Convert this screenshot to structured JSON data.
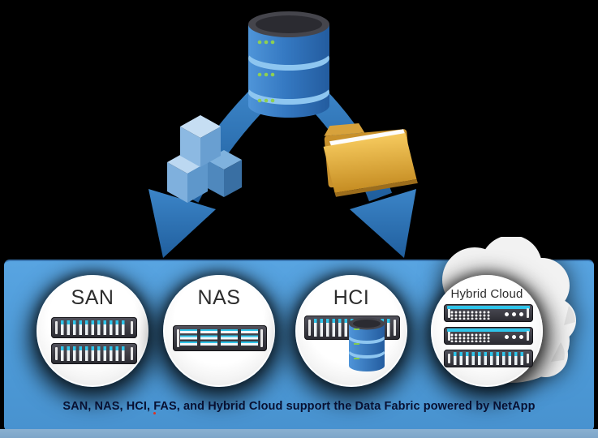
{
  "band": {
    "categories": [
      {
        "label": "SAN",
        "icon": "san-rack-icon"
      },
      {
        "label": "NAS",
        "icon": "nas-shelf-icon"
      },
      {
        "label": "HCI",
        "icon": "hci-server-database-icon"
      },
      {
        "label": "Hybrid Cloud",
        "icon": "hybrid-cloud-servers-icon"
      }
    ],
    "band_color": "#4d9ad7",
    "footer_strip_color": "#8ab0d1"
  },
  "top_icons": [
    {
      "icon": "database-stack-icon"
    },
    {
      "icon": "data-cubes-icon"
    },
    {
      "icon": "file-folder-icon"
    },
    {
      "icon": "arrow-down-left-icon"
    },
    {
      "icon": "arrow-down-right-icon"
    },
    {
      "icon": "cloud-icon"
    }
  ],
  "caption": {
    "text": "SAN, NAS, HCI, FAS, and Hybrid Cloud support the Data Fabric powered by NetApp",
    "color": "#081031"
  },
  "colors": {
    "background": "#000000",
    "arrow_blue": "#2e74b8",
    "database_blue": "#2f74ba",
    "database_top": "#45454c",
    "green_led": "#8fd052",
    "folder_orange": "#e0a83e",
    "cube_blue": "#8cb9e2",
    "accent_cyan": "#2ec4e9",
    "circle_white": "#ffffff"
  }
}
